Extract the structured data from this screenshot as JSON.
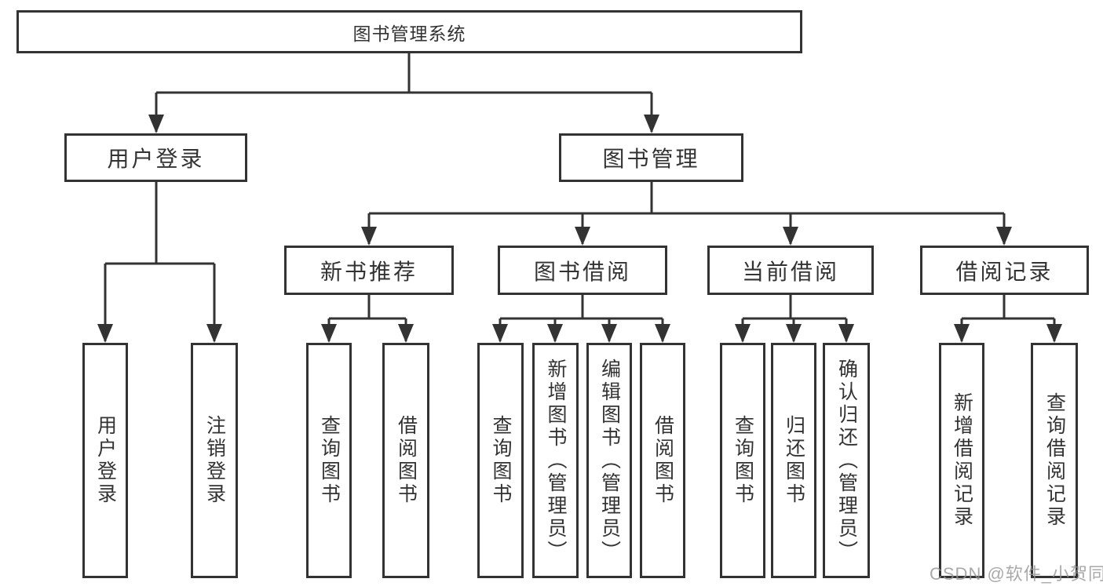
{
  "diagram": {
    "root": "图书管理系统",
    "branches": [
      {
        "label": "用户登录",
        "children": [
          "用户登录",
          "注销登录"
        ]
      },
      {
        "label": "图书管理",
        "groups": [
          {
            "label": "新书推荐",
            "children": [
              "查询图书",
              "借阅图书"
            ]
          },
          {
            "label": "图书借阅",
            "children": [
              "查询图书",
              "新增图书（管理员）",
              "编辑图书（管理员）",
              "借阅图书"
            ]
          },
          {
            "label": "当前借阅",
            "children": [
              "查询图书",
              "归还图书",
              "确认归还（管理员）"
            ]
          },
          {
            "label": "借阅记录",
            "children": [
              "新增借阅记录",
              "查询借阅记录"
            ]
          }
        ]
      }
    ]
  },
  "watermark": "CSDN @软件_小贺同学",
  "colors": {
    "line": "#333333",
    "text": "#333333",
    "box_fill": "#ffffff",
    "watermark": "#949494",
    "background": "#ffffff"
  }
}
